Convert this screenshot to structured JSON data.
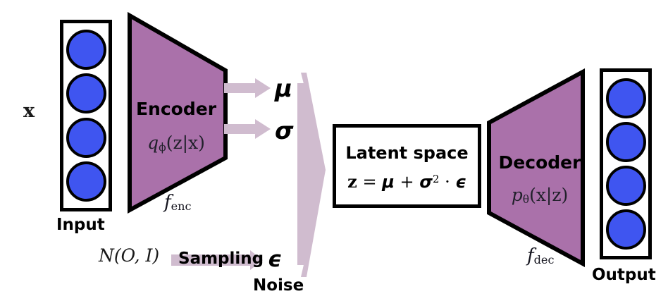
{
  "diagram": {
    "title": "Variational Autoencoder architecture",
    "colors": {
      "neuron_blue": "#3f55f0",
      "trapezoid_purple": "#aa71aa",
      "arrow_light_purple": "#d0bccf",
      "outline_black": "#000000",
      "background": "#ffffff"
    }
  },
  "input": {
    "variable_label": "x",
    "caption": "Input",
    "neuron_count": 4
  },
  "encoder": {
    "title": "Encoder",
    "distribution": "q",
    "distribution_sub": "ϕ",
    "distribution_args": "(z|x)",
    "function_label": "f",
    "function_sub": "enc"
  },
  "outputs": {
    "mu": "μ",
    "sigma": "σ"
  },
  "sampling": {
    "prior": "N(O, I)",
    "label": "Sampling",
    "epsilon": "ϵ",
    "noise_caption": "Noise"
  },
  "latent": {
    "title": "Latent space",
    "equation_lhs": "z",
    "equation_eq": "=",
    "equation_mu": "μ",
    "equation_plus": "+",
    "equation_sigma": "σ",
    "equation_exp": "2",
    "equation_dot": "·",
    "equation_epsilon": "ϵ"
  },
  "decoder": {
    "title": "Decoder",
    "distribution": "p",
    "distribution_sub": "θ",
    "distribution_args": "(x|z)",
    "function_label": "f",
    "function_sub": "dec"
  },
  "output": {
    "caption": "Output",
    "neuron_count": 4
  }
}
